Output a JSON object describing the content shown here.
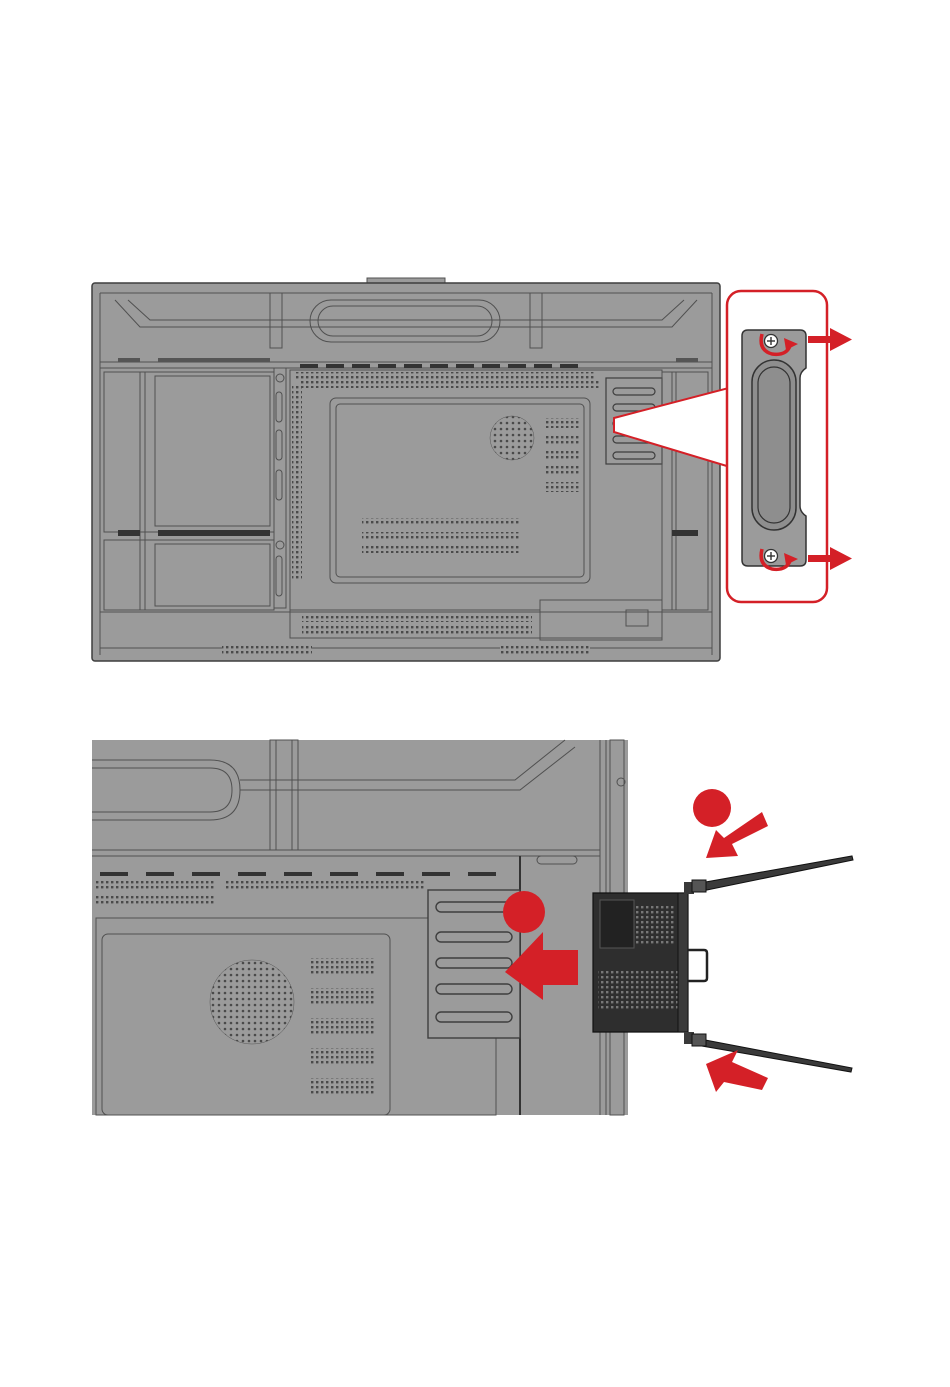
{
  "colors": {
    "panel": "#9b9b9b",
    "panel_dark": "#8a8a8a",
    "line": "#505050",
    "vent": "#3a3a3a",
    "accent": "#d42027",
    "module": "#2e2e2e",
    "antenna": "#3a3a3a",
    "background": "#ffffff"
  },
  "figures": [
    {
      "id": "remove-slot-cover",
      "icons": [
        "screw-icon",
        "rotate-counterclockwise-icon",
        "arrow-right-icon",
        "zoom-callout"
      ]
    },
    {
      "id": "insert-module",
      "icons": [
        "step-marker",
        "arrow-left-icon",
        "arrow-diagonal-icon",
        "antenna",
        "slot-module"
      ]
    }
  ]
}
